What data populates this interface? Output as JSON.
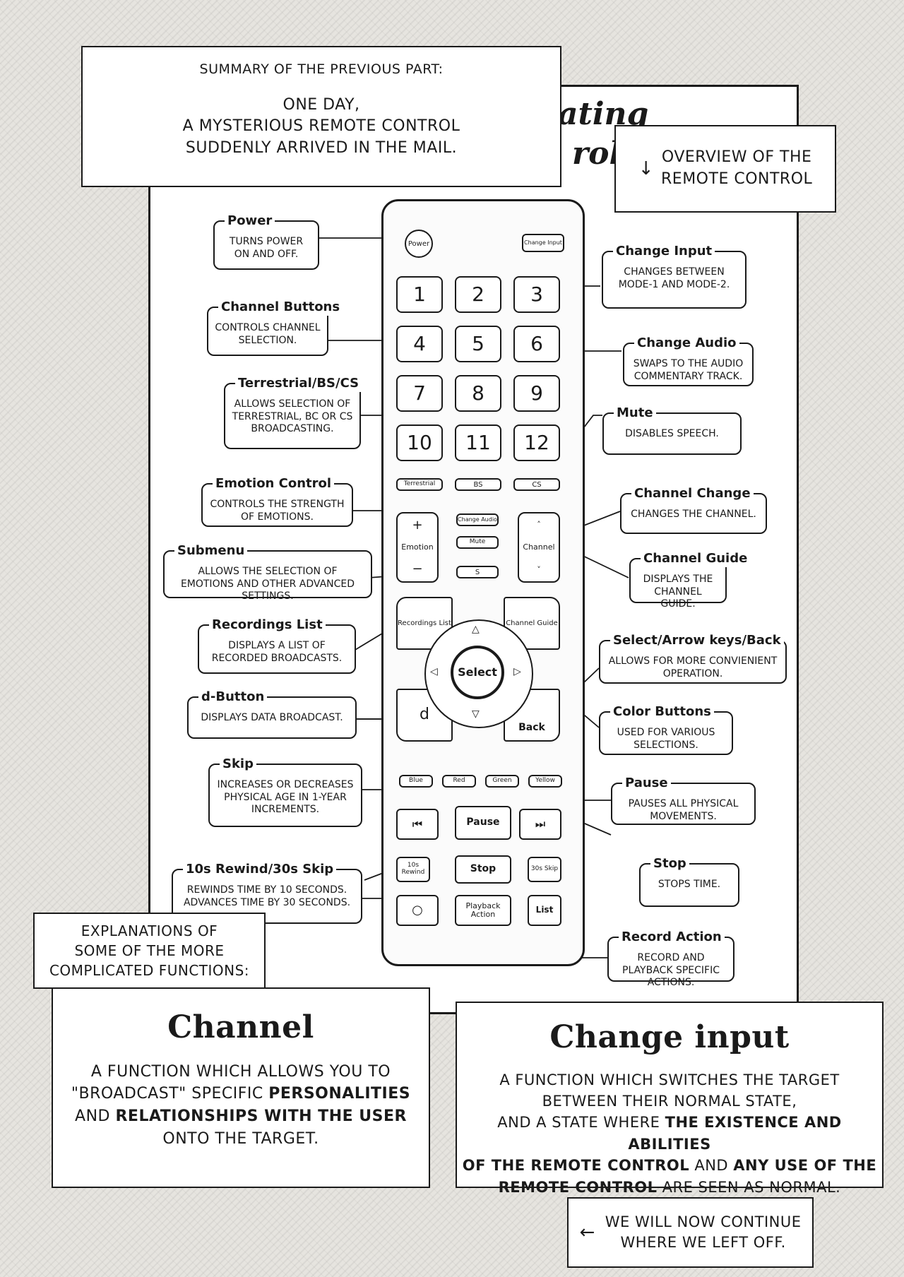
{
  "summary": {
    "heading": "SUMMARY OF THE PREVIOUS PART:",
    "line1": "ONE DAY,",
    "line2": "A MYSTERIOUS REMOTE CONTROL",
    "line3": "SUDDENLY ARRIVED IN THE MAIL."
  },
  "title_fragment": {
    "top": "ating",
    "bottom": "rol"
  },
  "overview": {
    "arrow": "↓",
    "line1": "OVERVIEW OF THE",
    "line2": "REMOTE CONTROL"
  },
  "callouts": {
    "power": {
      "title": "Power",
      "text": "TURNS POWER ON AND OFF."
    },
    "change_input": {
      "title": "Change Input",
      "text": "CHANGES BETWEEN MODE-1 AND MODE-2."
    },
    "channel_buttons": {
      "title": "Channel Buttons",
      "text": "CONTROLS CHANNEL SELECTION."
    },
    "change_audio": {
      "title": "Change Audio",
      "text": "SWAPS TO THE AUDIO COMMENTARY TRACK."
    },
    "terrestrial": {
      "title": "Terrestrial/BS/CS",
      "text": "ALLOWS SELECTION OF TERRESTRIAL, BC OR CS BROADCASTING."
    },
    "mute": {
      "title": "Mute",
      "text": "DISABLES SPEECH."
    },
    "emotion": {
      "title": "Emotion Control",
      "text": "CONTROLS THE STRENGTH OF EMOTIONS."
    },
    "channel_change": {
      "title": "Channel Change",
      "text": "CHANGES THE CHANNEL."
    },
    "submenu": {
      "title": "Submenu",
      "text": "ALLOWS THE SELECTION OF EMOTIONS AND OTHER ADVANCED SETTINGS."
    },
    "channel_guide": {
      "title": "Channel Guide",
      "text": "DISPLAYS THE CHANNEL GUIDE."
    },
    "recordings": {
      "title": "Recordings List",
      "text": "DISPLAYS A LIST OF RECORDED BROADCASTS."
    },
    "select": {
      "title": "Select/Arrow keys/Back",
      "text": "ALLOWS FOR MORE CONVIENIENT OPERATION."
    },
    "dbutton": {
      "title": "d-Button",
      "text": "DISPLAYS DATA BROADCAST."
    },
    "color": {
      "title": "Color Buttons",
      "text": "USED FOR VARIOUS SELECTIONS."
    },
    "skip": {
      "title": "Skip",
      "text": "INCREASES OR DECREASES PHYSICAL AGE IN 1-YEAR INCREMENTS."
    },
    "pause": {
      "title": "Pause",
      "text": "PAUSES ALL PHYSICAL MOVEMENTS."
    },
    "rewind": {
      "title": "10s Rewind/30s Skip",
      "text": "REWINDS TIME BY 10 SECONDS. ADVANCES TIME BY 30 SECONDS."
    },
    "stop": {
      "title": "Stop",
      "text": "STOPS TIME."
    },
    "record": {
      "title": "Record Action",
      "text": "RECORD AND PLAYBACK SPECIFIC ACTIONS."
    }
  },
  "remote": {
    "power": "Power",
    "change_input": "Change Input",
    "numbers": [
      "1",
      "2",
      "3",
      "4",
      "5",
      "6",
      "7",
      "8",
      "9",
      "10",
      "11",
      "12"
    ],
    "terrestrial": "Terrestrial",
    "bs": "BS",
    "cs": "CS",
    "emotion": "Emotion",
    "plus": "+",
    "minus": "−",
    "change_audio": "Change Audio",
    "mute": "Mute",
    "channel": "Channel",
    "up": "˄",
    "down": "˅",
    "s": "S",
    "recordings_list": "Recordings List",
    "channel_guide": "Channel Guide",
    "select": "Select",
    "d": "d",
    "back": "Back",
    "arrow_up": "△",
    "arrow_down": "▽",
    "arrow_left": "◁",
    "arrow_right": "▷",
    "blue": "Blue",
    "red": "Red",
    "green": "Green",
    "yellow": "Yellow",
    "rew": "⏮",
    "pause": "Pause",
    "ff": "⏭",
    "rewind10": "10s Rewind",
    "stop": "Stop",
    "skip30": "30s Skip",
    "circle": "○",
    "playback": "Playback Action",
    "list": "List"
  },
  "explanations": {
    "line1": "EXPLANATIONS OF",
    "line2": "SOME OF THE MORE",
    "line3": "COMPLICATED FUNCTIONS:"
  },
  "channel_panel": {
    "title": "Channel",
    "t1": "A FUNCTION WHICH ALLOWS YOU TO",
    "t2a": "\"BROADCAST\" SPECIFIC ",
    "t2b": "PERSONALITIES",
    "t3a": "AND ",
    "t3b": "RELATIONSHIPS WITH THE USER",
    "t4": "ONTO THE TARGET."
  },
  "change_input_panel": {
    "title": "Change input",
    "t1": "A FUNCTION WHICH SWITCHES THE TARGET",
    "t2": "BETWEEN THEIR NORMAL STATE,",
    "t3a": "AND A STATE WHERE ",
    "t3b": "THE EXISTENCE AND ABILITIES",
    "t4a": "OF THE REMOTE CONTROL",
    "t4b": " AND ",
    "t4c": "ANY USE OF THE",
    "t5a": "REMOTE CONTROL",
    "t5b": " ARE SEEN AS NORMAL."
  },
  "continue": {
    "arrow": "←",
    "line1": "WE WILL NOW CONTINUE",
    "line2": "WHERE WE LEFT OFF."
  }
}
